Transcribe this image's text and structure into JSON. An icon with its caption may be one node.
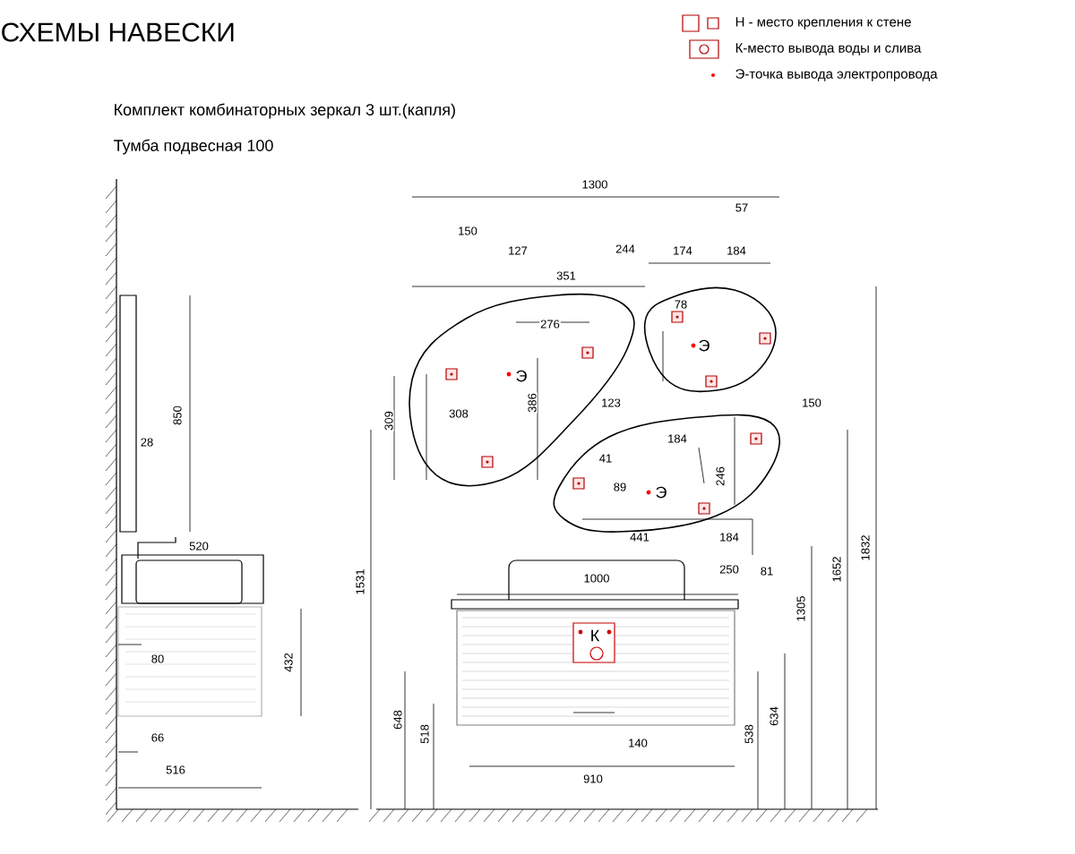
{
  "diagram": {
    "title": "СХЕМЫ НАВЕСКИ",
    "labels": [
      "Комплект комбинаторных зеркал 3 шт.(капля)",
      "Тумба подвесная 100",
      "1300",
      "150",
      "127",
      "351",
      "276",
      "308",
      "386",
      "309",
      "Э",
      "244",
      "174",
      "184",
      "57",
      "78",
      "Э",
      "123",
      "150",
      "184",
      "41",
      "89",
      "Э",
      "246",
      "441",
      "184",
      "250",
      "81",
      "1000",
      "1531",
      "1832",
      "1652",
      "1305",
      "634",
      "538",
      "648",
      "518",
      "К",
      "140",
      "910",
      "850",
      "28",
      "520",
      "432",
      "80",
      "66",
      "516"
    ],
    "legend": [
      {
        "text": "Н - место крепления к стене"
      },
      {
        "text": "К-место вывода воды и слива"
      },
      {
        "text": "Э-точка вывода электропровода"
      }
    ]
  }
}
